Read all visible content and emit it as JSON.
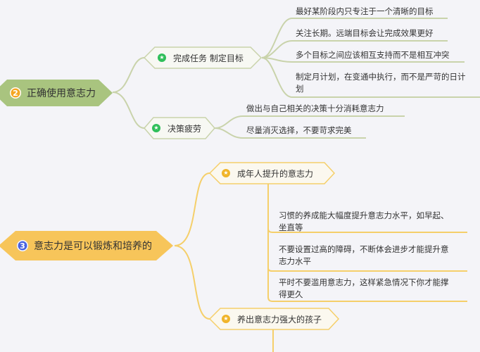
{
  "colors": {
    "background": "#f4f4f8",
    "green_branch": "#c6d0a8",
    "green_node_fill": "#a9c47f",
    "green_icon": "#2fbf5a",
    "yellow_branch": "#f5cf6a",
    "yellow_node_fill": "#f7c55a",
    "yellow_icon": "#f0b429",
    "badge_orange": "#f5a623",
    "badge_blue": "#4a63e0"
  },
  "branch_2": {
    "number": "2",
    "title": "正确使用意志力",
    "children": [
      {
        "title": "完成任务 制定目标",
        "icon": "star-badge-icon",
        "leaves": [
          "最好某阶段内只专注于一个清晰的目标",
          "关注长期。远端目标会让完成效果更好",
          "多个目标之间应该相互支持而不是相互冲突",
          "制定月计划，在变通中执行，而不是严苛的日计",
          "划"
        ]
      },
      {
        "title": "决策疲劳",
        "icon": "star-badge-icon",
        "leaves": [
          "做出与自己相关的决策十分消耗意志力",
          "尽量消灭选择，不要苛求完美"
        ]
      }
    ]
  },
  "branch_3": {
    "number": "3",
    "title": "意志力是可以锻炼和培养的",
    "children": [
      {
        "title": "成年人提升的意志力",
        "icon": "star-badge-icon",
        "leaves": [
          "习惯的养成能大幅度提升意志力水平，如早起、",
          "坐直等",
          "不要设置过高的障碍，不断体会进步才能提升意",
          "志力水平",
          "平时不要滥用意志力，这样紧急情况下你才能撑",
          "得更久"
        ]
      },
      {
        "title": "养出意志力强大的孩子",
        "icon": "star-badge-icon",
        "leaves": []
      }
    ]
  }
}
